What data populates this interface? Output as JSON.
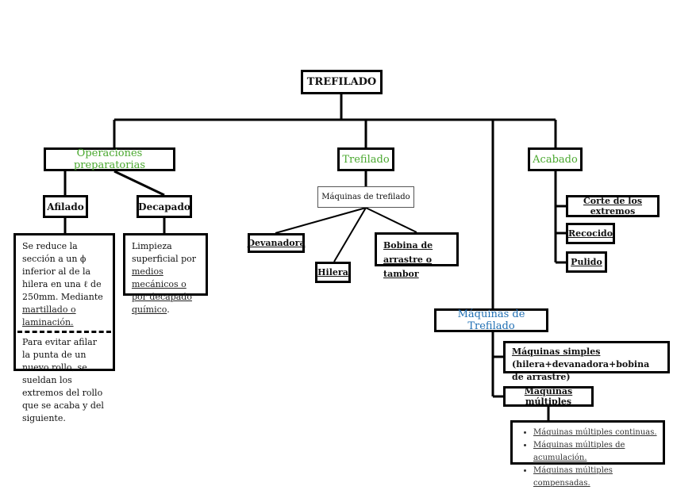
{
  "root": {
    "label": "TREFILADO"
  },
  "branches": {
    "operaciones": {
      "label": "Operaciones preparatorias"
    },
    "trefilado": {
      "label": "Trefilado"
    },
    "acabado": {
      "label": "Acabado"
    },
    "maquinas": {
      "label": "Máquinas de Trefilado"
    }
  },
  "operaciones_children": {
    "afilado": {
      "label": "Afilado"
    },
    "decapado": {
      "label": "Decapado"
    }
  },
  "afilado_detail": {
    "part1_text": "Se reduce la sección a un ϕ inferior al de la hilera en una ℓ de 250mm. Mediante",
    "part1_link": "martillado o laminación.",
    "part2_text": "Para evitar afilar la punta de un nuevo rollo, se sueldan los extremos del rollo que se acaba y del siguiente."
  },
  "decapado_detail": {
    "text_a": "Limpieza superficial por",
    "link_a": "medios mecánicos o por decapado químico",
    "text_b": "."
  },
  "trefilado_children": {
    "maquinas_label": "Máquinas de trefilado",
    "devanadora": "Devanadora",
    "hilera": "Hilera",
    "bobina": "Bobina de arrastre o tambor"
  },
  "acabado_children": {
    "corte": "Corte de los extremos",
    "recocido": "Recocido",
    "pulido": "Pulido"
  },
  "maquinas_children": {
    "simples_title": "Máquinas simples",
    "simples_detail": "(hilera+devanadora+bobina de arrastre)",
    "multiples_title": "Máquinas múltiples",
    "multiples_list": [
      "Máquinas múltiples continuas.",
      "Máquinas múltiples de acumulación.",
      "Máquinas múltiples compensadas."
    ]
  }
}
